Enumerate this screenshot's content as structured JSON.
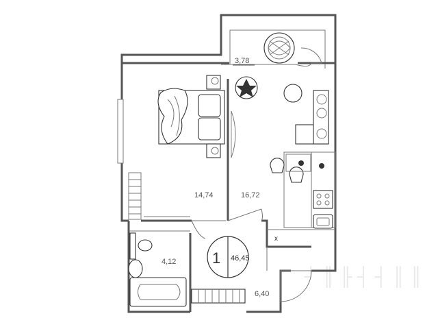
{
  "apartment": {
    "rooms_count": "1",
    "total_area": "46,45"
  },
  "rooms": {
    "balcony": "3,78",
    "bedroom": "14,74",
    "living_kitchen": "16,72",
    "bathroom": "4,12",
    "hallway": "6,40"
  },
  "markers": {
    "stove_cross": "x"
  }
}
